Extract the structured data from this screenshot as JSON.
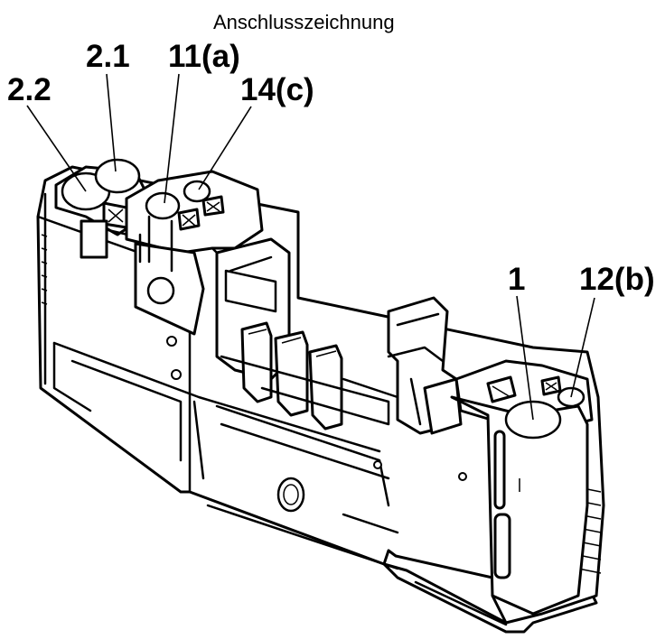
{
  "title": "Anschlusszeichnung",
  "terminals": {
    "t22": "2.2",
    "t21": "2.1",
    "t11": "11(a)",
    "t14": "14(c)",
    "t1": "1",
    "t12": "12(b)"
  }
}
